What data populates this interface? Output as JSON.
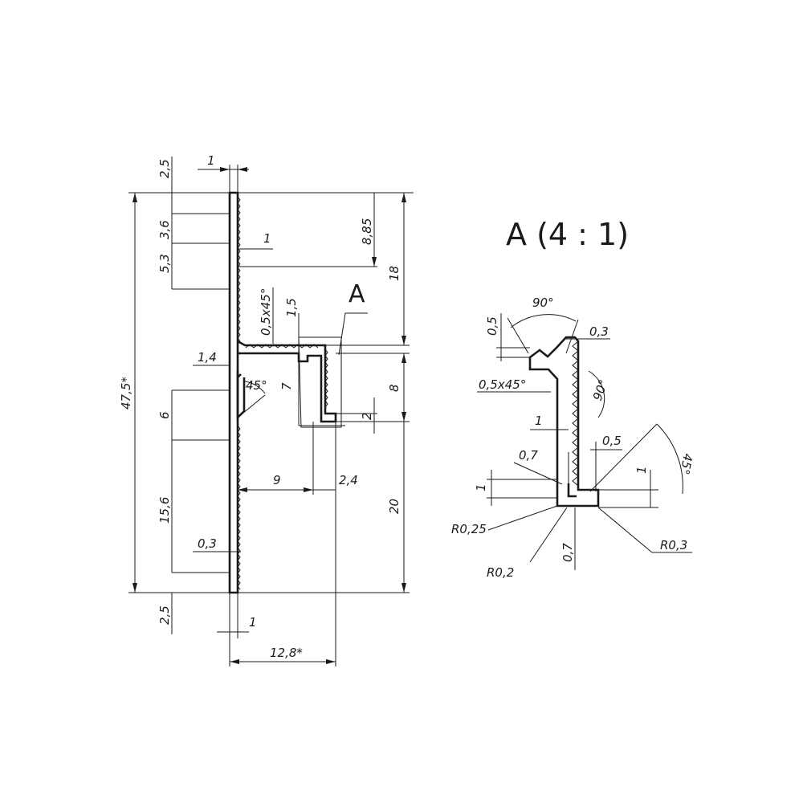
{
  "detail_title": "A (4 : 1)",
  "callout_letter": "A",
  "main_dimensions": {
    "top_left_offset": "2,5",
    "top_thickness": "1",
    "pitch_3_6": "3,6",
    "pitch_5_3": "5,3",
    "lip_1": "1",
    "height_8_85": "8,85",
    "height_18": "18",
    "chamfer_label": "0,5x45°",
    "shelf_1_5": "1,5",
    "offset_1_4": "1,4",
    "angle_45": "45°",
    "height_7": "7",
    "height_8": "8",
    "height_2": "2",
    "total_height": "47,5*",
    "span_6": "6",
    "width_9": "9",
    "width_2_4": "2,4",
    "height_20": "20",
    "span_15_6": "15,6",
    "tooth_0_3": "0,3",
    "bottom_offset": "2,5",
    "bottom_thickness": "1",
    "total_width": "12,8*"
  },
  "detail_dimensions": {
    "angle_90_top": "90°",
    "height_0_5": "0,5",
    "gap_0_3": "0,3",
    "chamfer_label": "0,5x45°",
    "angle_90_side": "90°",
    "width_1": "1",
    "width_0_5": "0,5",
    "radius_0_7": "0,7",
    "height_1_left": "1",
    "height_1_right": "1",
    "angle_45": "45°",
    "radius_0_25": "R0,25",
    "radius_0_3": "R0,3",
    "thickness_0_7": "0,7",
    "radius_0_2": "R0,2"
  }
}
